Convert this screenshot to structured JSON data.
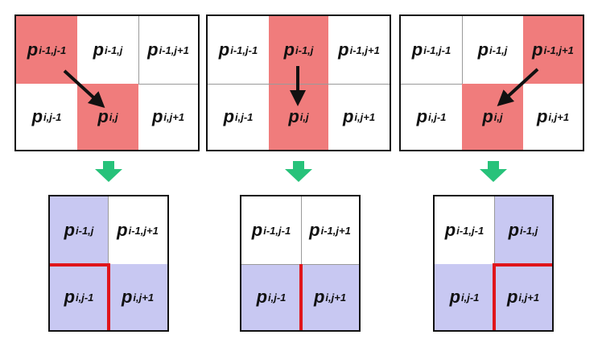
{
  "colors": {
    "highlight_red": "#f07c7c",
    "highlight_blue": "#c8c8f2",
    "arrow_black": "#111111",
    "arrow_green": "#27c27a",
    "boundary_red": "#e0151b"
  },
  "top_panels": [
    {
      "cells": [
        {
          "base": "p",
          "sub": "i-1,j-1",
          "highlight": true
        },
        {
          "base": "p",
          "sub": "i-1,j",
          "highlight": false
        },
        {
          "base": "p",
          "sub": "i-1,j+1",
          "highlight": false
        },
        {
          "base": "p",
          "sub": "i,j-1",
          "highlight": false
        },
        {
          "base": "p",
          "sub": "i,j",
          "highlight": true
        },
        {
          "base": "p",
          "sub": "i,j+1",
          "highlight": false
        }
      ]
    },
    {
      "cells": [
        {
          "base": "p",
          "sub": "i-1,j-1",
          "highlight": false
        },
        {
          "base": "p",
          "sub": "i-1,j",
          "highlight": true
        },
        {
          "base": "p",
          "sub": "i-1,j+1",
          "highlight": false
        },
        {
          "base": "p",
          "sub": "i,j-1",
          "highlight": false
        },
        {
          "base": "p",
          "sub": "i,j",
          "highlight": true
        },
        {
          "base": "p",
          "sub": "i,j+1",
          "highlight": false
        }
      ]
    },
    {
      "cells": [
        {
          "base": "p",
          "sub": "i-1,j-1",
          "highlight": false
        },
        {
          "base": "p",
          "sub": "i-1,j",
          "highlight": false
        },
        {
          "base": "p",
          "sub": "i-1,j+1",
          "highlight": true
        },
        {
          "base": "p",
          "sub": "i,j-1",
          "highlight": false
        },
        {
          "base": "p",
          "sub": "i,j",
          "highlight": true
        },
        {
          "base": "p",
          "sub": "i,j+1",
          "highlight": false
        }
      ]
    }
  ],
  "bottom_panels": [
    {
      "cells": [
        {
          "base": "p",
          "sub": "i-1,j",
          "highlight": true
        },
        {
          "base": "p",
          "sub": "i-1,j+1",
          "highlight": false
        },
        {
          "base": "p",
          "sub": "i,j-1",
          "highlight": true
        },
        {
          "base": "p",
          "sub": "i,j+1",
          "highlight": true
        }
      ]
    },
    {
      "cells": [
        {
          "base": "p",
          "sub": "i-1,j-1",
          "highlight": false
        },
        {
          "base": "p",
          "sub": "i-1,j+1",
          "highlight": false
        },
        {
          "base": "p",
          "sub": "i,j-1",
          "highlight": true
        },
        {
          "base": "p",
          "sub": "i,j+1",
          "highlight": true
        }
      ]
    },
    {
      "cells": [
        {
          "base": "p",
          "sub": "i-1,j-1",
          "highlight": false
        },
        {
          "base": "p",
          "sub": "i-1,j",
          "highlight": true
        },
        {
          "base": "p",
          "sub": "i,j-1",
          "highlight": true
        },
        {
          "base": "p",
          "sub": "i,j+1",
          "highlight": true
        }
      ]
    }
  ]
}
